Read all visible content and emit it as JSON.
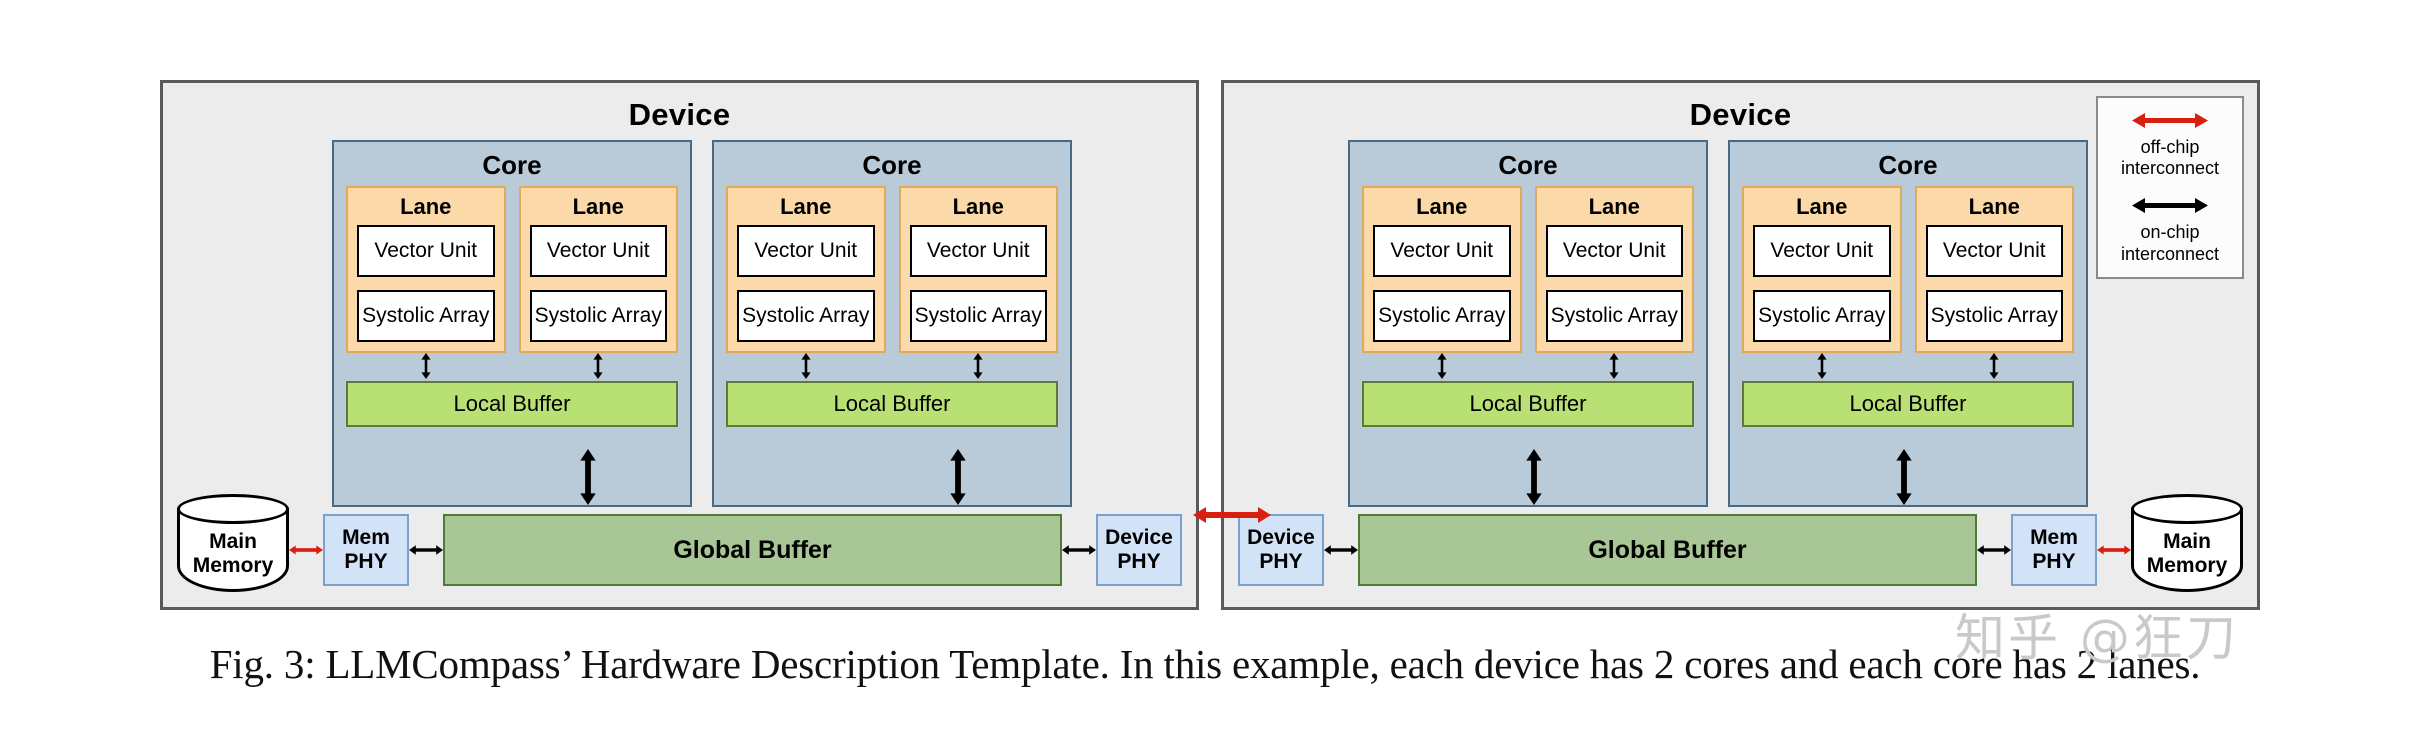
{
  "figure": {
    "caption": "Fig. 3: LLMCompass’ Hardware Description Template. In this example, each device has 2 cores and each core has 2 lanes.",
    "watermark": "知乎 @狂刀"
  },
  "labels": {
    "device": "Device",
    "core": "Core",
    "lane": "Lane",
    "vector_unit": "Vector Unit",
    "systolic_array": "Systolic Array",
    "local_buffer": "Local Buffer",
    "global_buffer": "Global Buffer",
    "main_memory_line1": "Main",
    "main_memory_line2": "Memory",
    "mem_phy_line1": "Mem",
    "mem_phy_line2": "PHY",
    "device_phy_line1": "Device",
    "device_phy_line2": "PHY"
  },
  "legend": {
    "items": [
      {
        "arrow": "double-headed-arrow-red",
        "line1": "off-chip",
        "line2": "interconnect",
        "color": "#d81f10"
      },
      {
        "arrow": "double-headed-arrow-black",
        "line1": "on-chip",
        "line2": "interconnect",
        "color": "#000000"
      }
    ]
  },
  "devices": [
    {
      "title": "Device",
      "memory_side": "left",
      "cores": [
        {
          "title": "Core",
          "local_buffer": "Local Buffer",
          "lanes": [
            {
              "title": "Lane",
              "units": [
                "Vector Unit",
                "Systolic Array"
              ]
            },
            {
              "title": "Lane",
              "units": [
                "Vector Unit",
                "Systolic Array"
              ]
            }
          ]
        },
        {
          "title": "Core",
          "local_buffer": "Local Buffer",
          "lanes": [
            {
              "title": "Lane",
              "units": [
                "Vector Unit",
                "Systolic Array"
              ]
            },
            {
              "title": "Lane",
              "units": [
                "Vector Unit",
                "Systolic Array"
              ]
            }
          ]
        }
      ],
      "global_buffer": "Global Buffer"
    },
    {
      "title": "Device",
      "memory_side": "right",
      "cores": [
        {
          "title": "Core",
          "local_buffer": "Local Buffer",
          "lanes": [
            {
              "title": "Lane",
              "units": [
                "Vector Unit",
                "Systolic Array"
              ]
            },
            {
              "title": "Lane",
              "units": [
                "Vector Unit",
                "Systolic Array"
              ]
            }
          ]
        },
        {
          "title": "Core",
          "local_buffer": "Local Buffer",
          "lanes": [
            {
              "title": "Lane",
              "units": [
                "Vector Unit",
                "Systolic Array"
              ]
            },
            {
              "title": "Lane",
              "units": [
                "Vector Unit",
                "Systolic Array"
              ]
            }
          ]
        }
      ],
      "global_buffer": "Global Buffer"
    }
  ],
  "colors": {
    "device_bg": "#ececec",
    "core_bg": "#b9cbd9",
    "lane_bg": "#fbd9a8",
    "unit_bg": "#ffffff",
    "local_buffer_bg": "#b8e075",
    "global_buffer_bg": "#a9c697",
    "phy_bg": "#d3e3f7",
    "offchip_arrow": "#d81f10",
    "onchip_arrow": "#000000"
  }
}
